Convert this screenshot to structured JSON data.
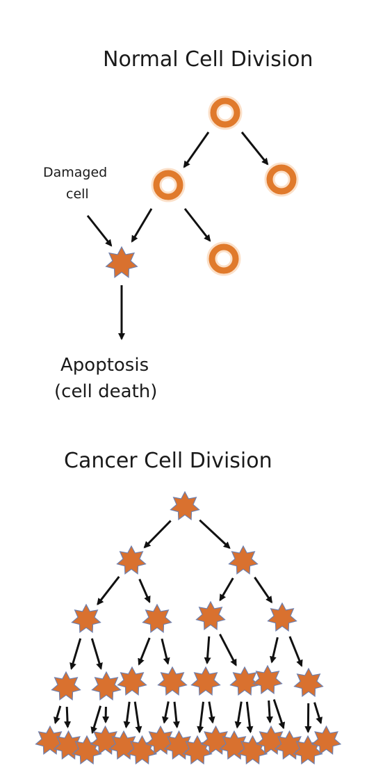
{
  "normal": {
    "title": "Normal Cell Division",
    "damaged_label_line1": "Damaged",
    "damaged_label_line2": "cell",
    "apoptosis_line1": "Apoptosis",
    "apoptosis_line2": "(cell death)"
  },
  "cancer": {
    "title": "Cancer Cell Division"
  },
  "colors": {
    "cell_fill": "#d9712f",
    "cell_ring": "#e07a2c",
    "star_outline": "#6d7fae",
    "arrow": "#111111"
  }
}
